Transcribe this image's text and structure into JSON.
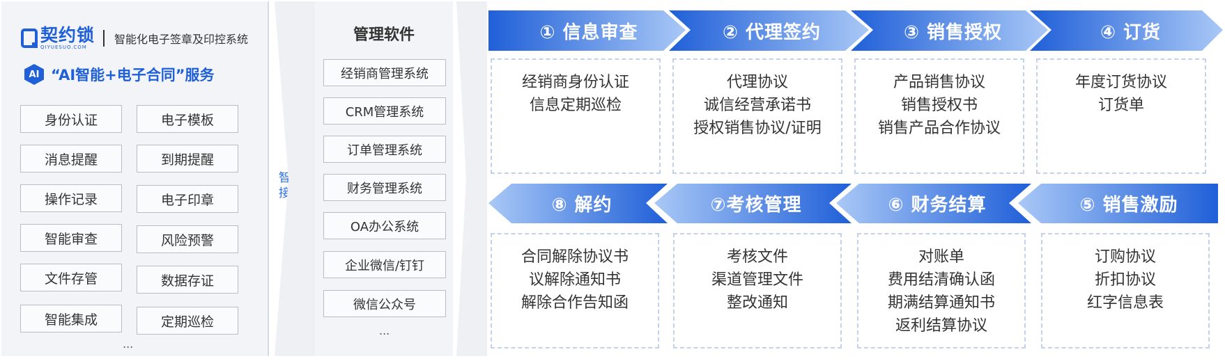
{
  "brand": {
    "name": "契约锁",
    "domain": "QIYUESUO.COM",
    "slogan": "智能化电子签章及印控系统",
    "ai_badge": "AI",
    "ai_service": "“AI智能+电子合同”服务"
  },
  "features": {
    "left": [
      "身份认证",
      "消息提醒",
      "操作记录",
      "智能审查",
      "文件存管",
      "智能集成"
    ],
    "right": [
      "电子模板",
      "到期提醒",
      "电子印章",
      "风险预警",
      "数据存证",
      "定期巡检"
    ],
    "more": "..."
  },
  "connector": {
    "line1": "智能",
    "line2": "接入"
  },
  "management": {
    "title": "管理软件",
    "systems": [
      "经销商管理系统",
      "CRM管理系统",
      "订单管理系统",
      "财务管理系统",
      "OA办公系统",
      "企业微信/钉钉",
      "微信公众号"
    ],
    "more": "..."
  },
  "steps_top": [
    {
      "label": "① 信息审查",
      "docs": [
        "经销商身份认证",
        "信息定期巡检"
      ]
    },
    {
      "label": "② 代理签约",
      "docs": [
        "代理协议",
        "诚信经营承诺书",
        "授权销售协议/证明"
      ]
    },
    {
      "label": "③ 销售授权",
      "docs": [
        "产品销售协议",
        "销售授权书",
        "销售产品合作协议"
      ]
    },
    {
      "label": "④ 订货",
      "docs": [
        "年度订货协议",
        "订货单"
      ]
    }
  ],
  "steps_bottom": [
    {
      "label": "⑧ 解约",
      "docs": [
        "合同解除协议书",
        "议解除通知书",
        "解除合作告知函"
      ]
    },
    {
      "label": "⑦考核管理",
      "docs": [
        "考核文件",
        "渠道管理文件",
        "整改通知"
      ]
    },
    {
      "label": "⑥ 财务结算",
      "docs": [
        "对账单",
        "费用结清确认函",
        "期满结算通知书",
        "返利结算协议"
      ]
    },
    {
      "label": "⑤ 销售激励",
      "docs": [
        "订购协议",
        "折扣协议",
        "红字信息表"
      ]
    }
  ],
  "colors": {
    "brand_blue": "#1f5fd8",
    "chevron_dark": "#1f5fd8",
    "chevron_light": "#9fc1f5",
    "panel_bg": "#f3f4f7",
    "dash_border": "#c3d2ea"
  }
}
